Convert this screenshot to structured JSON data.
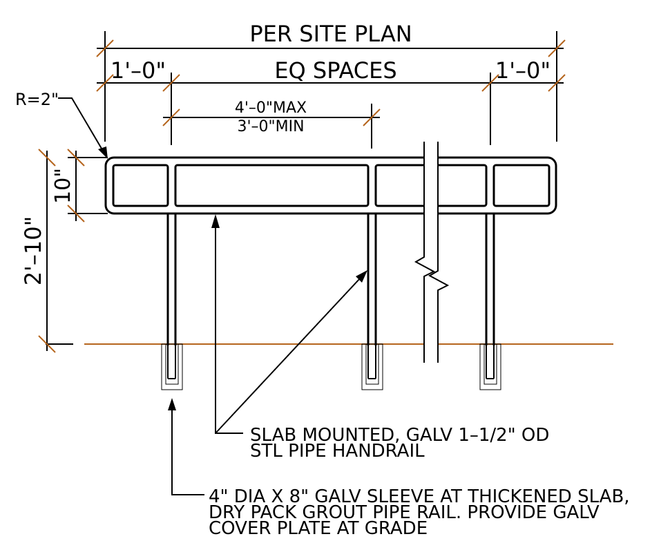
{
  "colors": {
    "line": "#000000",
    "accent": "#b5651d",
    "background": "#ffffff"
  },
  "dimensions": {
    "overall": "PER SITE PLAN",
    "left_end": "1'–0\"",
    "middle": "EQ SPACES",
    "right_end": "1'–0\"",
    "max_spacing": "4'–0\"MAX",
    "min_spacing": "3'–0\"MIN",
    "radius": "R=2\"",
    "rail_height": "10\"",
    "total_height": "2'–10\""
  },
  "notes": {
    "handrail": [
      "SLAB MOUNTED, GALV 1–1/2\" OD",
      "STL PIPE HANDRAIL"
    ],
    "sleeve": [
      "4\" DIA X 8\" GALV SLEEVE AT THICKENED SLAB,",
      "DRY PACK GROUT PIPE RAIL. PROVIDE GALV",
      "COVER PLATE AT GRADE"
    ]
  }
}
